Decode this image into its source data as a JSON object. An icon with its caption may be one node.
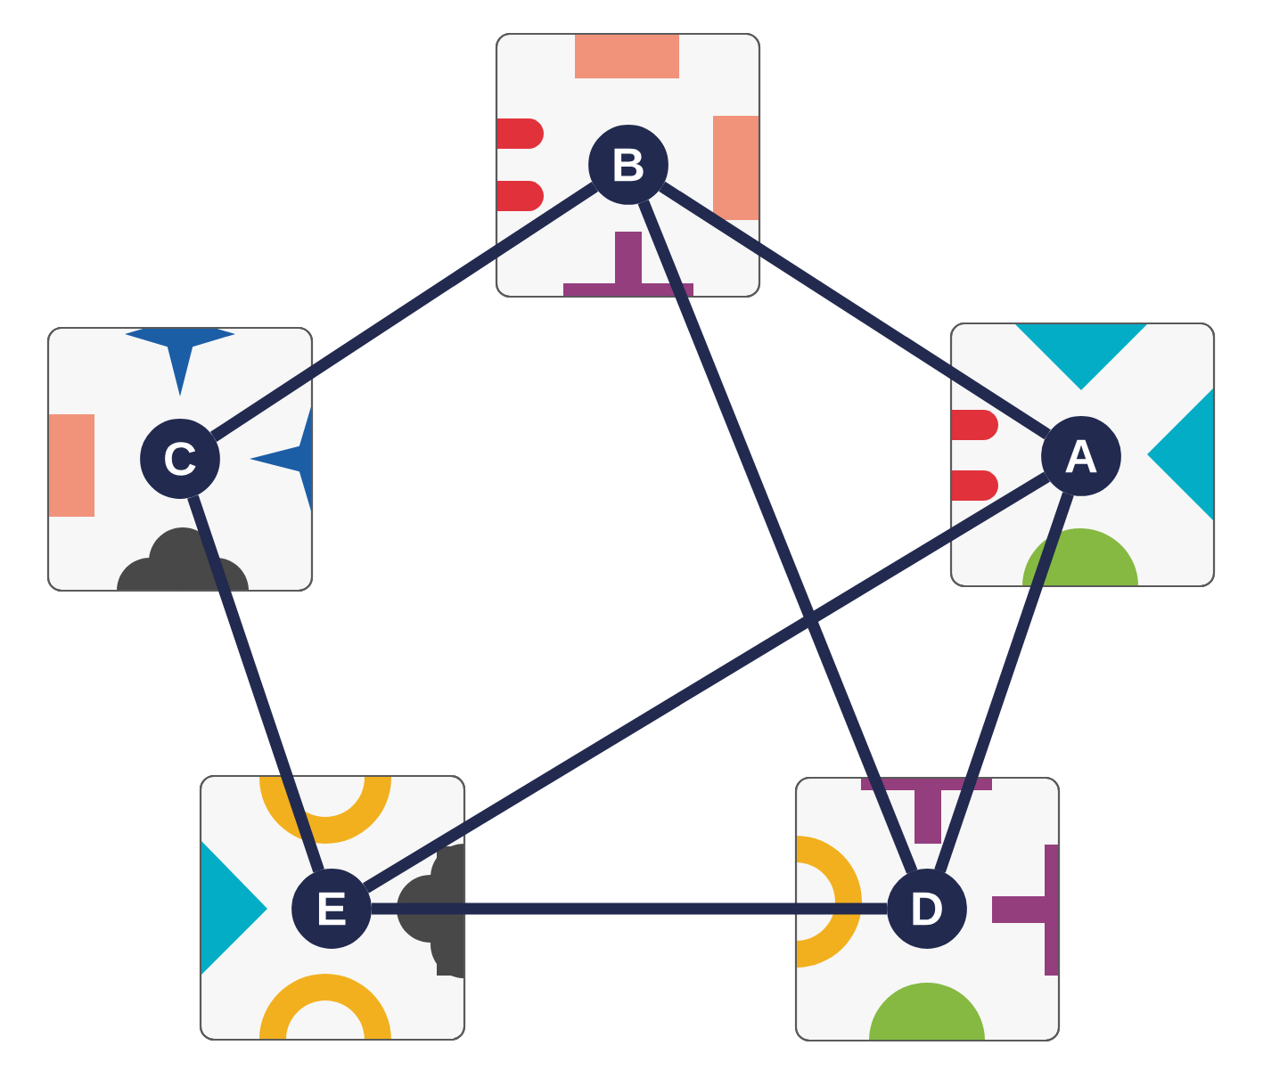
{
  "diagram": {
    "nodes": [
      {
        "text": [],
        "shape": "box"
      },
      {
        "text": [
          "B"
        ],
        "in": 0
      },
      {
        "text": [],
        "shape": "box"
      },
      {
        "text": [
          "C"
        ],
        "in": 2
      },
      {
        "text": [],
        "shape": "box"
      },
      {
        "text": [
          "A"
        ],
        "in": 4
      },
      {
        "text": [],
        "shape": "box"
      },
      {
        "text": [
          "E"
        ],
        "in": 6
      },
      {
        "text": [],
        "shape": "box"
      },
      {
        "text": [
          "D"
        ],
        "in": 8
      }
    ],
    "edges": [
      {
        "from": 1,
        "to": 3,
        "arrow": "none"
      },
      {
        "from": 1,
        "to": 5,
        "arrow": "none"
      },
      {
        "from": 1,
        "to": 9,
        "arrow": "none"
      },
      {
        "from": 3,
        "to": 7,
        "arrow": "none"
      },
      {
        "from": 5,
        "to": 7,
        "arrow": "none"
      },
      {
        "from": 5,
        "to": 9,
        "arrow": "none"
      },
      {
        "from": 7,
        "to": 9,
        "arrow": "none"
      }
    ]
  }
}
